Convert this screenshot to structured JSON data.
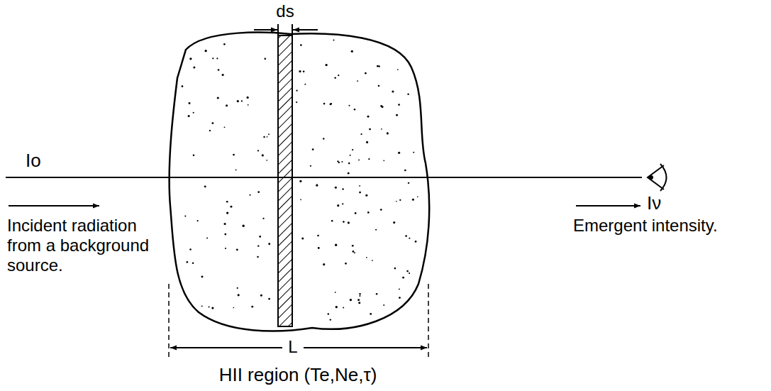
{
  "diagram": {
    "labels": [
      "ds",
      "Io",
      "Incident radiation from a background source.",
      "Iν",
      "Emergent intensity.",
      "L",
      "HII region (Te,Ne,τ)"
    ]
  }
}
